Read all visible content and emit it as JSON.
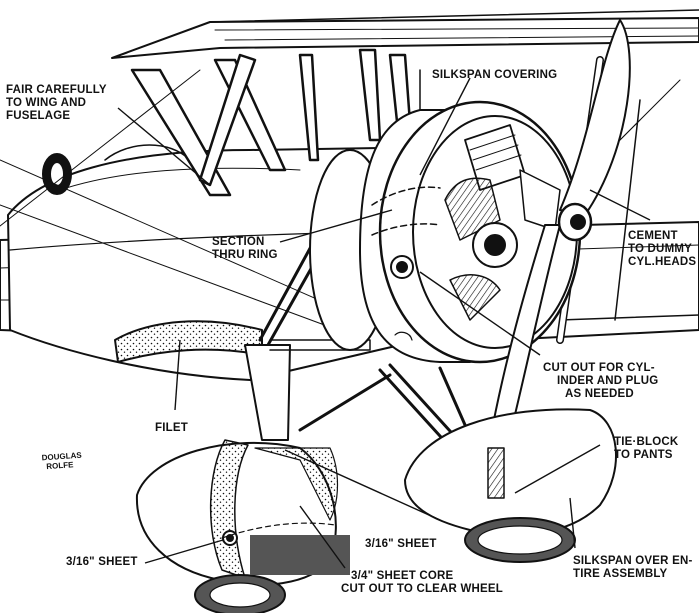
{
  "labels": {
    "fair": [
      "FAIR CAREFULLY",
      "TO WING AND",
      "FUSELAGE"
    ],
    "silkspan_covering": "SILKSPAN COVERING",
    "cement": [
      "CEMENT",
      "TO DUMMY",
      "CYL.HEADS"
    ],
    "section": [
      "SECTION",
      "THRU RING"
    ],
    "cutout": [
      "CUT OUT FOR CYL-",
      "INDER AND PLUG",
      "AS NEEDED"
    ],
    "filet": "FILET",
    "tieblock": [
      "TIE·BLOCK",
      "TO PANTS"
    ],
    "sheet_right": "3/16\" SHEET",
    "sheet_left": "3/16\" SHEET",
    "core": [
      "3/4\" SHEET CORE",
      "CUT OUT TO CLEAR WHEEL"
    ],
    "silkspan_over": [
      "SILKSPAN OVER EN-",
      "TIRE ASSEMBLY"
    ]
  },
  "signature": [
    "DOUGLAS",
    "ROLFE"
  ],
  "colors": {
    "ink": "#111111",
    "paper": "#ffffff",
    "shadow": "#555555"
  }
}
